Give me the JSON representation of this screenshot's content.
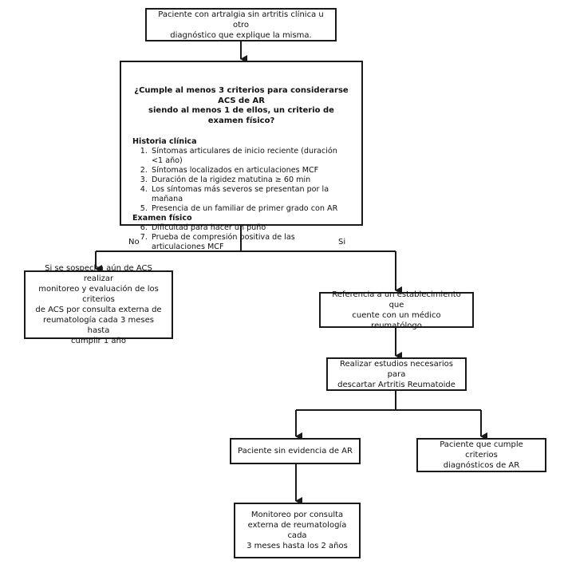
{
  "boxes": {
    "start": "Paciente con artralgia sin artritis clínica u otro\ndiagnóstico que explique la misma.",
    "criteria": {
      "question": "¿Cumple al menos 3 criterios para considerarse ACS de AR\nsiendo al menos 1 de ellos, un criterio de examen físico?",
      "section1": "Historia clínica",
      "items1": [
        "Síntomas articulares de inicio reciente (duración <1 año)",
        "Síntomas localizados en articulaciones MCF",
        "Duración de la rigidez matutina ≥ 60 min",
        "Los síntomas más severos se presentan por la mañana",
        "Presencia de un familiar de primer grado con AR"
      ],
      "section2": "Examen físico",
      "items2": [
        "Dificultad para hacer un puño",
        "Prueba de compresión positiva de las articulaciones MCF"
      ]
    },
    "monitor_no": "Si se sospecha aún de ACS realizar\nmonitoreo y evaluación de los criterios\nde ACS por consulta externa de\nreumatología cada 3 meses hasta\ncumplir 1 año",
    "referral": "Referencia a un establecimiento que\ncuente con un médico reumatólogo",
    "studies": "Realizar estudios necesarios para\ndescartar Artritis Reumatoide",
    "no_evidence": "Paciente sin evidencia de AR",
    "meets_criteria": "Paciente que cumple criterios\ndiagnósticos de AR",
    "monitor_2y": "Monitoreo por consulta\nexterna de reumatología cada\n3 meses hasta los 2 años"
  },
  "labels": {
    "no": "No",
    "yes": "Si"
  }
}
